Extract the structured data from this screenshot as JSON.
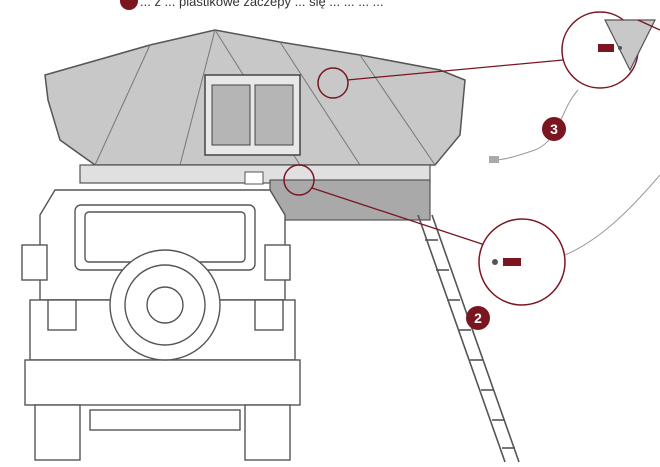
{
  "caption": "... z ... plastikowe zaczepy ... się ... ... ... ...",
  "callouts": [
    {
      "number": "3"
    },
    {
      "number": "2"
    }
  ],
  "colors": {
    "accent": "#7a1620",
    "tent_fill": "#c8c8c8",
    "tent_base": "#a9a9a9",
    "outline": "#555555"
  }
}
